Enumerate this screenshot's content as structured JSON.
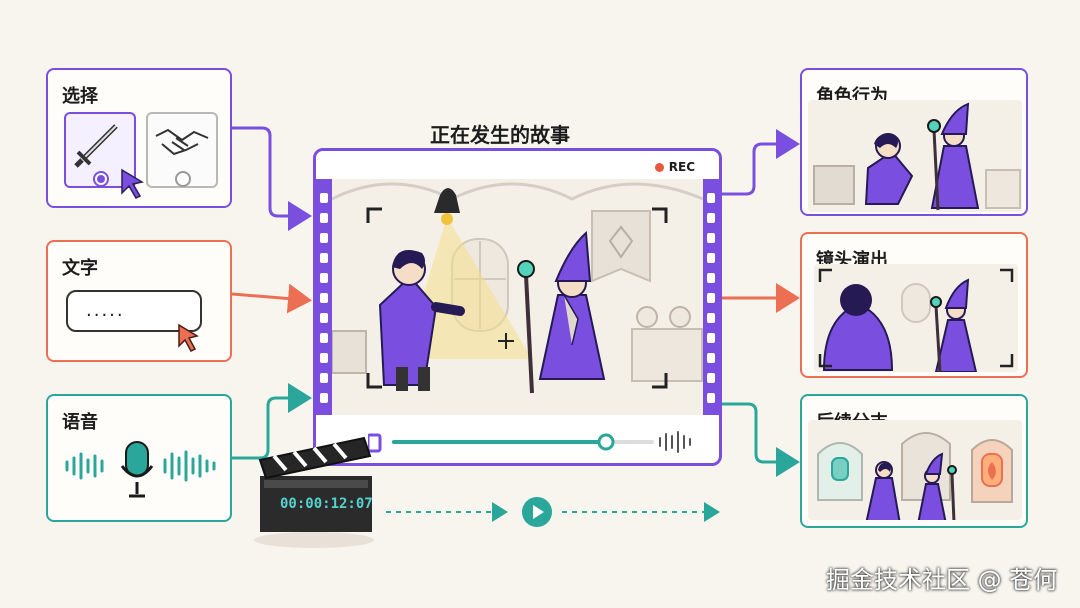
{
  "title": "正在发生的故事",
  "inputs": {
    "choice": {
      "title": "选择"
    },
    "text": {
      "title": "文字",
      "bubble": "....."
    },
    "voice": {
      "title": "语音"
    }
  },
  "player": {
    "rec": "REC"
  },
  "timer": "00:00:12:07",
  "outputs": {
    "character": "角色行为",
    "camera": "镜头演出",
    "branch": "后续分支"
  },
  "watermark": "掘金技术社区 @ 苍何",
  "colors": {
    "purple": "#7a4fe0",
    "red": "#ec6f54",
    "teal": "#2aa69a"
  },
  "icons": [
    "sword-icon",
    "handshake-icon",
    "cursor-icon",
    "microphone-icon",
    "clapperboard-icon",
    "play-icon"
  ]
}
